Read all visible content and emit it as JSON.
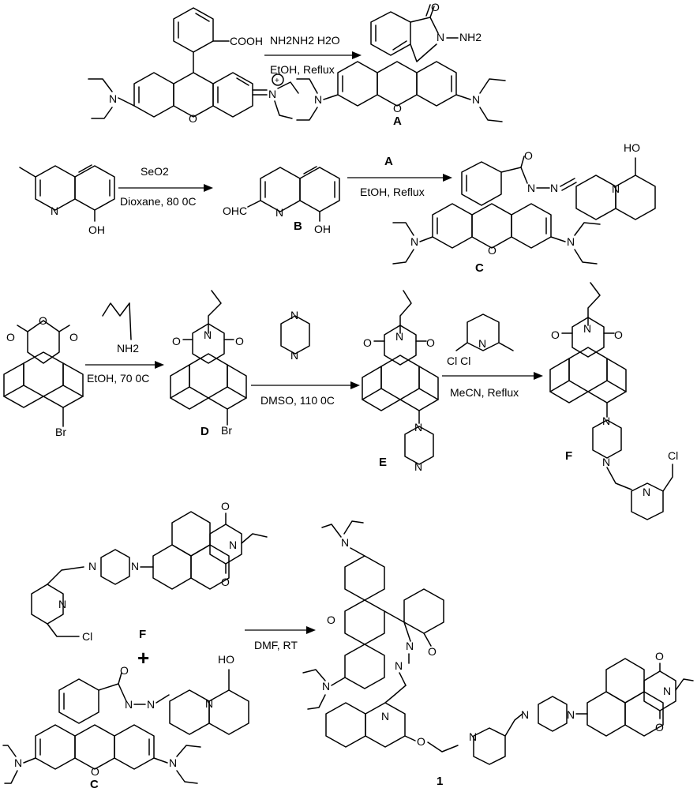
{
  "reactions": [
    {
      "reagent_top": "NH2NH2 H2O",
      "reagent_bottom": "EtOH, Reflux"
    },
    {
      "reagent_top": "SeO2",
      "reagent_bottom": "Dioxane, 80 0C"
    },
    {
      "reagent_top": "A",
      "reagent_bottom": "EtOH, Reflux"
    },
    {
      "reagent_top": "NH2",
      "reagent_bottom": "EtOH, 70 0C"
    },
    {
      "reagent_top": "",
      "reagent_bottom": "DMSO, 110 0C"
    },
    {
      "reagent_top": "Cl       Cl",
      "reagent_bottom": "MeCN, Reflux"
    },
    {
      "reagent_top": "",
      "reagent_bottom": "DMF, RT"
    }
  ],
  "compounds": {
    "A": "A",
    "B": "B",
    "C": "C",
    "D": "D",
    "E": "E",
    "F": "F",
    "F2": "F",
    "C2": "C",
    "P1": "1"
  },
  "atoms": {
    "cooh": "COOH",
    "nh2": "NH2",
    "n": "N",
    "nh": "N",
    "o": "O",
    "oh": "OH",
    "ho": "HO",
    "ohc": "OHC",
    "br": "Br",
    "cl": "Cl",
    "h": "H",
    "plus_sign": "+",
    "n_plus": "+"
  },
  "plus_symbol": "+"
}
